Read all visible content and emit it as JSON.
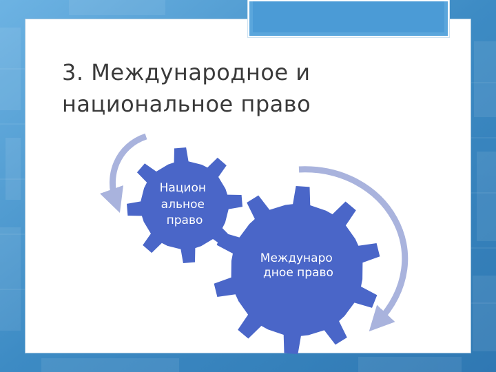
{
  "slide": {
    "title_line1": "3. Международное и",
    "title_line2": "национальное право"
  },
  "diagram": {
    "gears": [
      {
        "id": "national",
        "label_lines": [
          "Национ",
          "альное",
          "право"
        ]
      },
      {
        "id": "international",
        "label_lines": [
          "Междунаро",
          "дное право"
        ]
      }
    ],
    "arrows": [
      "counterclockwise-arrow",
      "clockwise-arrow"
    ]
  },
  "colors": {
    "background": "#3f8fc6",
    "gear": "#4a66c8",
    "arrow": "#a9b3dd",
    "title": "#3a3a3a"
  }
}
